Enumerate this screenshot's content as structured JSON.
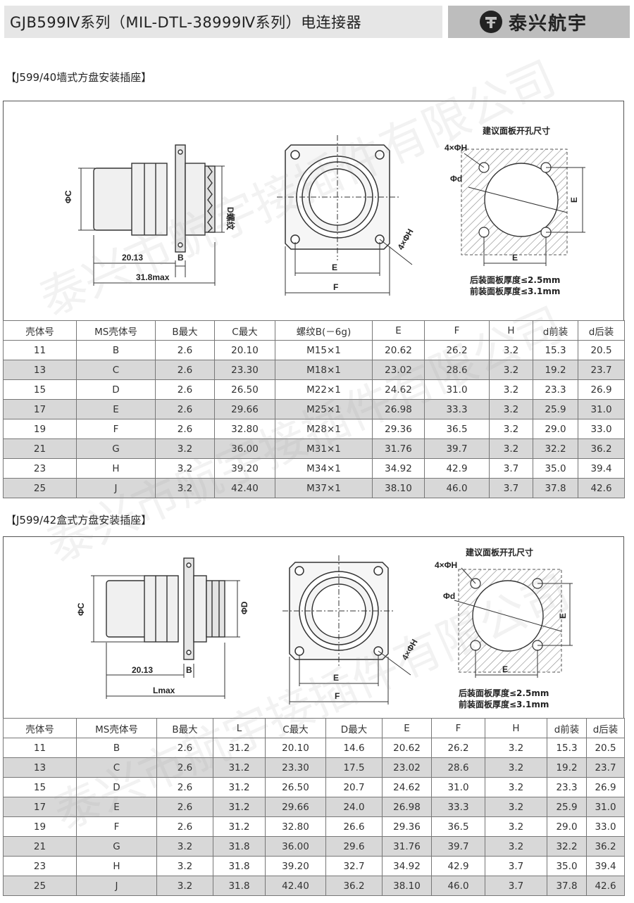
{
  "header": {
    "title": "GJB599Ⅳ系列（MIL-DTL-38999Ⅳ系列）电连接器",
    "brand": "泰兴航宇"
  },
  "watermark": "泰兴市航宇接插件有限公司",
  "section1": {
    "title": "【J599/40墙式方盘安装插座】",
    "labels": {
      "phi_c": "ΦC",
      "d_thread": "D螺纹",
      "dim_2013": "20.13",
      "dim_b": "B",
      "dim_318": "31.8max",
      "e_front": "E",
      "f_front": "F",
      "holes": "4×ΦH",
      "cutout_title": "建议面板开孔尺寸",
      "cut_holes": "4×ΦH",
      "cut_d": "Φd",
      "cut_e_right": "E",
      "cut_e_bottom": "E",
      "note_rear": "后装面板厚度≤2.5mm",
      "note_front": "前装面板厚度≤3.1mm"
    },
    "headers": [
      "壳体号",
      "MS壳体号",
      "B最大",
      "C最大",
      "螺纹B(－6g)",
      "E",
      "F",
      "H",
      "d前装",
      "d后装"
    ],
    "rows": [
      [
        "11",
        "B",
        "2.6",
        "20.10",
        "M15×1",
        "20.62",
        "26.2",
        "3.2",
        "15.3",
        "20.5"
      ],
      [
        "13",
        "C",
        "2.6",
        "23.30",
        "M18×1",
        "23.02",
        "28.6",
        "3.2",
        "19.2",
        "23.7"
      ],
      [
        "15",
        "D",
        "2.6",
        "26.50",
        "M22×1",
        "24.62",
        "31.0",
        "3.2",
        "23.3",
        "26.9"
      ],
      [
        "17",
        "E",
        "2.6",
        "29.66",
        "M25×1",
        "26.98",
        "33.3",
        "3.2",
        "25.9",
        "31.0"
      ],
      [
        "19",
        "F",
        "2.6",
        "32.80",
        "M28×1",
        "29.36",
        "36.5",
        "3.2",
        "29.0",
        "33.0"
      ],
      [
        "21",
        "G",
        "3.2",
        "36.00",
        "M31×1",
        "31.76",
        "39.7",
        "3.2",
        "32.2",
        "36.2"
      ],
      [
        "23",
        "H",
        "3.2",
        "39.20",
        "M34×1",
        "34.92",
        "42.9",
        "3.7",
        "35.0",
        "39.4"
      ],
      [
        "25",
        "J",
        "3.2",
        "42.40",
        "M37×1",
        "38.10",
        "46.0",
        "3.7",
        "37.8",
        "42.6"
      ]
    ]
  },
  "section2": {
    "title": "【J599/42盒式方盘安装插座】",
    "labels": {
      "phi_c": "ΦC",
      "phi_d": "ΦD",
      "dim_2013": "20.13",
      "dim_b": "B",
      "dim_lmax": "Lmax",
      "e_front": "E",
      "f_front": "F",
      "holes": "4×ΦH",
      "cutout_title": "建议面板开孔尺寸",
      "cut_holes": "4×ΦH",
      "cut_d": "Φd",
      "cut_e_right": "E",
      "cut_e_bottom": "E",
      "note_rear": "后装面板厚度≤2.5mm",
      "note_front": "前装面板厚度≤3.1mm"
    },
    "headers": [
      "壳体号",
      "MS壳体号",
      "B最大",
      "L",
      "C最大",
      "D最大",
      "E",
      "F",
      "H",
      "d前装",
      "d后装"
    ],
    "rows": [
      [
        "11",
        "B",
        "2.6",
        "31.2",
        "20.10",
        "14.6",
        "20.62",
        "26.2",
        "3.2",
        "15.3",
        "20.5"
      ],
      [
        "13",
        "C",
        "2.6",
        "31.2",
        "23.30",
        "17.5",
        "23.02",
        "28.6",
        "3.2",
        "19.2",
        "23.7"
      ],
      [
        "15",
        "D",
        "2.6",
        "31.2",
        "26.50",
        "20.7",
        "24.62",
        "31.0",
        "3.2",
        "23.3",
        "26.9"
      ],
      [
        "17",
        "E",
        "2.6",
        "31.2",
        "29.66",
        "24.0",
        "26.98",
        "33.3",
        "3.2",
        "25.9",
        "31.0"
      ],
      [
        "19",
        "F",
        "2.6",
        "31.2",
        "32.80",
        "26.6",
        "29.36",
        "36.5",
        "3.2",
        "29.0",
        "33.0"
      ],
      [
        "21",
        "G",
        "3.2",
        "31.8",
        "36.00",
        "29.6",
        "31.76",
        "39.7",
        "3.2",
        "32.2",
        "36.2"
      ],
      [
        "23",
        "H",
        "3.2",
        "31.8",
        "39.20",
        "32.7",
        "34.92",
        "42.9",
        "3.7",
        "35.0",
        "39.4"
      ],
      [
        "25",
        "J",
        "3.2",
        "31.8",
        "42.40",
        "36.2",
        "38.10",
        "46.0",
        "3.7",
        "37.8",
        "42.6"
      ]
    ]
  }
}
